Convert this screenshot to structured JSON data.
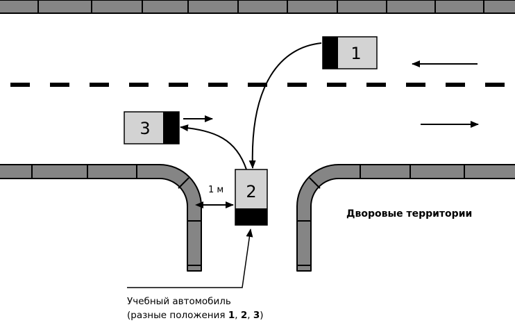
{
  "diagram": {
    "cars": [
      {
        "number": "1"
      },
      {
        "number": "2"
      },
      {
        "number": "3"
      }
    ],
    "distance_label": "1 м",
    "area_label": "Дворовые территории",
    "caption": {
      "line1": "Учебный автомобиль",
      "line2_prefix": "(разные положения ",
      "positions": [
        "1",
        "2",
        "3"
      ],
      "separator": ", ",
      "line2_suffix": ")"
    },
    "colors": {
      "curb_fill": "#858585",
      "car_body": "#d3d3d3",
      "car_cab": "#000000",
      "ink": "#000000"
    }
  }
}
